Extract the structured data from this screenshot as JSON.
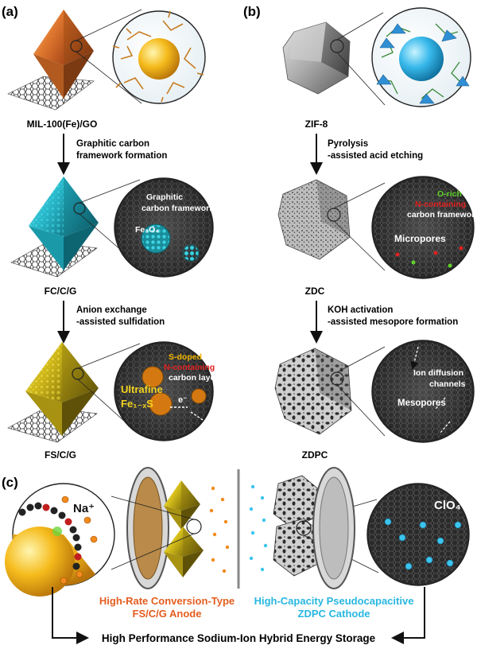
{
  "panels": {
    "a": {
      "label": "(a)",
      "stage1": {
        "caption": "MIL-100(Fe)/GO"
      },
      "step1": {
        "line1": "Graphitic carbon",
        "line2": "framework formation"
      },
      "stage2": {
        "caption": "FC/C/G",
        "zoom_label1": "Graphitic",
        "zoom_label2": "carbon framework",
        "zoom_label3": "Fe₃O₄"
      },
      "step2": {
        "line1": "Anion exchange",
        "line2": "-assisted sulfidation"
      },
      "stage3": {
        "caption": "FS/C/G",
        "zoom_label1": "S-doped",
        "zoom_label2": "N-containing",
        "zoom_label3": "carbon layer",
        "zoom_label4": "Ultrafine",
        "zoom_label5": "Fe₁₋ₓS",
        "electron": "e⁻"
      }
    },
    "b": {
      "label": "(b)",
      "stage1": {
        "caption": "ZIF-8"
      },
      "step1": {
        "line1": "Pyrolysis",
        "line2": "-assisted acid etching"
      },
      "stage2": {
        "caption": "ZDC",
        "zoom_label1": "O-rich",
        "zoom_label2": "N-containing",
        "zoom_label3": "carbon framework",
        "zoom_label4": "Micropores"
      },
      "step2": {
        "line1": "KOH activation",
        "line2": "-assisted mesopore formation"
      },
      "stage3": {
        "caption": "ZDPC",
        "zoom_label1": "Ion diffusion",
        "zoom_label2": "channels",
        "zoom_label3": "Mesopores"
      }
    },
    "c": {
      "label": "(c)",
      "left_ion": "Na⁺",
      "right_ion": "ClO₄⁻",
      "anode_line1": "High-Rate Conversion-Type",
      "anode_line2": "FS/C/G Anode",
      "cathode_line1": "High-Capacity Pseudocapacitive",
      "cathode_line2": "ZDPC Cathode",
      "bottom_title": "High Performance Sodium-Ion Hybrid Energy Storage"
    }
  },
  "colors": {
    "orange": "#e0782f",
    "cyan": "#2ec4d6",
    "yellow": "#d9c21c",
    "anode_text": "#e35d1f",
    "cathode_text": "#28b7e0",
    "red_label": "#e02020",
    "green_label": "#5ed22a",
    "gold_label": "#f0b400"
  }
}
